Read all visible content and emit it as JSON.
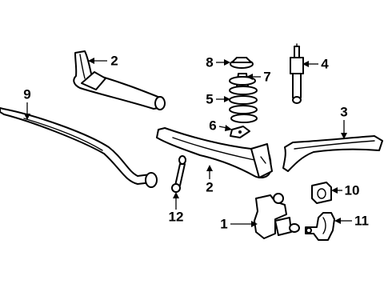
{
  "callouts": [
    {
      "id": "c1",
      "text": "1"
    },
    {
      "id": "c2a",
      "text": "2"
    },
    {
      "id": "c2b",
      "text": "2"
    },
    {
      "id": "c3",
      "text": "3"
    },
    {
      "id": "c4",
      "text": "4"
    },
    {
      "id": "c5",
      "text": "5"
    },
    {
      "id": "c6",
      "text": "6"
    },
    {
      "id": "c7",
      "text": "7"
    },
    {
      "id": "c8",
      "text": "8"
    },
    {
      "id": "c9",
      "text": "9"
    },
    {
      "id": "c10",
      "text": "10"
    },
    {
      "id": "c11",
      "text": "11"
    },
    {
      "id": "c12",
      "text": "12"
    }
  ]
}
